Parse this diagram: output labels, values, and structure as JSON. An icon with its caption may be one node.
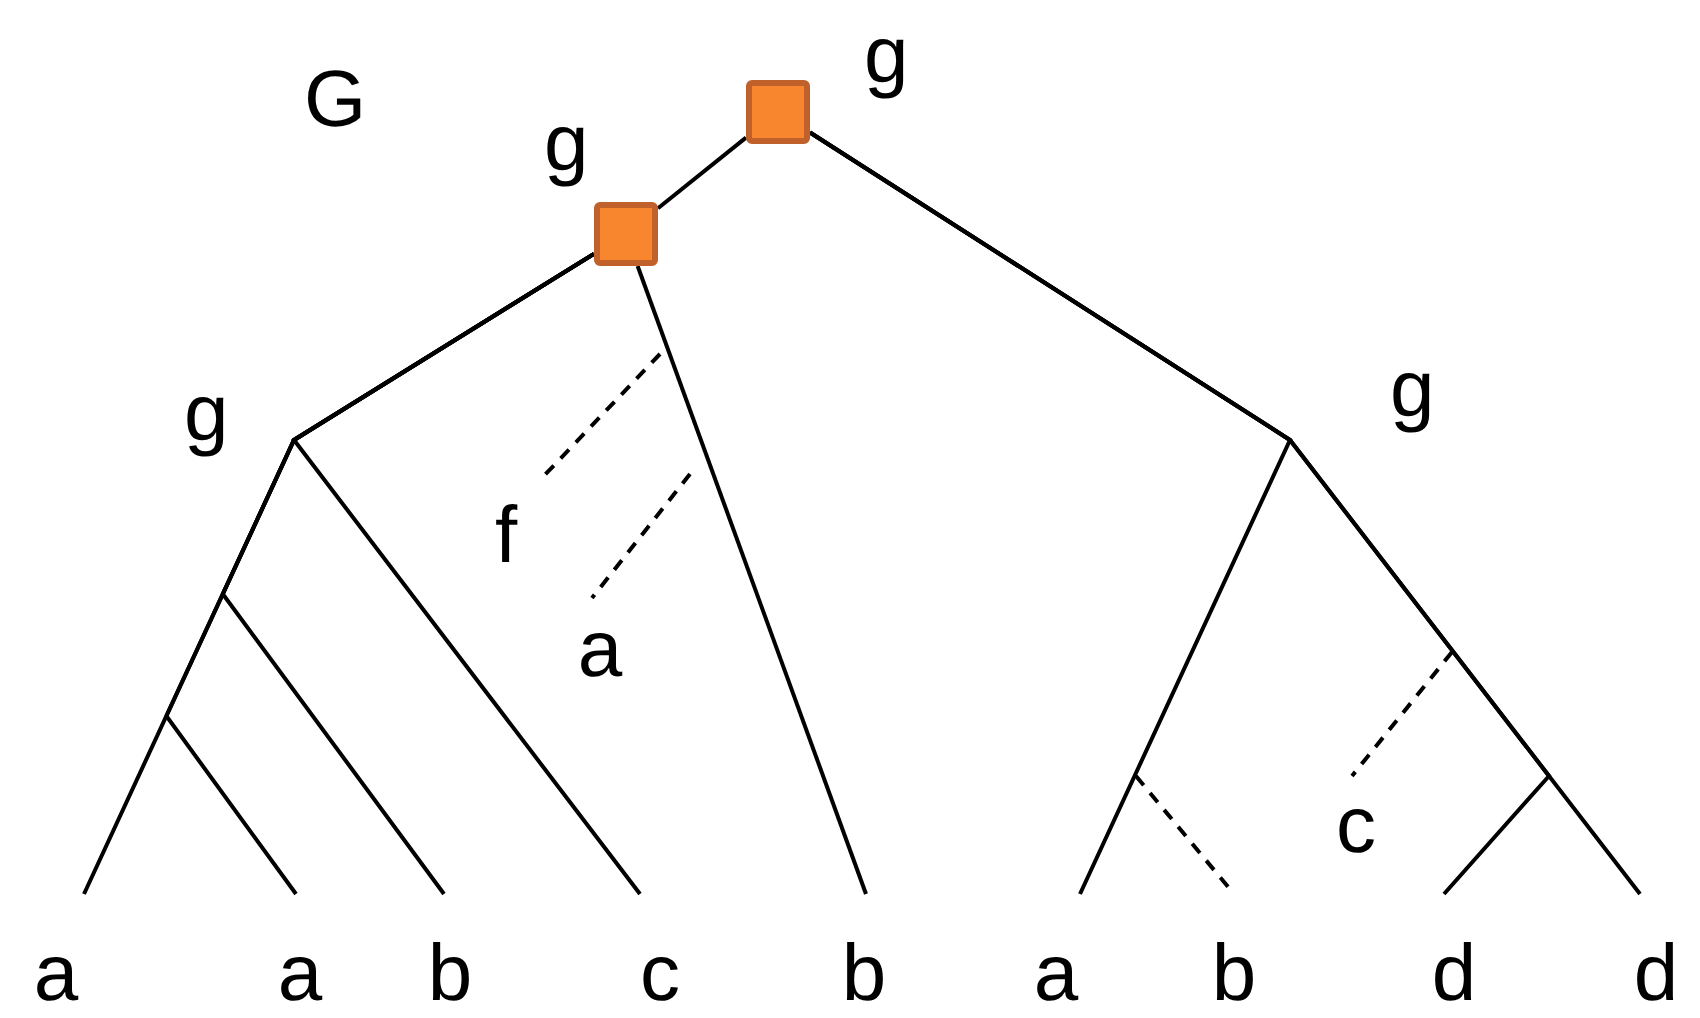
{
  "diagram": {
    "nodes": [
      {
        "text": [],
        "shape": "box",
        "beside": [
          "g"
        ]
      },
      {
        "text": [],
        "shape": "box",
        "beside": [
          "g"
        ]
      },
      {
        "text": [
          "a"
        ]
      },
      {
        "text": [
          "a"
        ]
      },
      {
        "text": [
          "b"
        ]
      },
      {
        "text": [
          "c"
        ]
      },
      {
        "text": [
          "b"
        ]
      },
      {
        "text": [
          "a"
        ]
      },
      {
        "text": [
          "b"
        ]
      },
      {
        "text": [
          "d"
        ]
      },
      {
        "text": [
          "d"
        ]
      },
      {
        "text": [
          "f"
        ]
      },
      {
        "text": [
          "a"
        ]
      },
      {
        "text": [
          "c"
        ]
      }
    ],
    "edges": [
      {
        "from": 0,
        "to": 1,
        "arrow": "none"
      },
      {
        "from": 1,
        "to": 2,
        "arrow": "none"
      },
      {
        "from": 1,
        "to": 3,
        "arrow": "none"
      },
      {
        "from": 1,
        "to": 4,
        "arrow": "none"
      },
      {
        "from": 1,
        "to": 5,
        "arrow": "none"
      },
      {
        "from": 1,
        "to": 6,
        "arrow": "none"
      },
      {
        "from": 0,
        "to": 7,
        "arrow": "none"
      },
      {
        "from": 0,
        "to": 9,
        "arrow": "none"
      },
      {
        "from": 0,
        "to": 10,
        "arrow": "none"
      },
      {
        "from": null,
        "to": 8,
        "arrow": "none",
        "style": "dashed"
      },
      {
        "from": null,
        "to": 11,
        "arrow": "none",
        "style": "dashed"
      },
      {
        "from": null,
        "to": 12,
        "arrow": "none",
        "style": "dashed"
      },
      {
        "from": null,
        "to": 13,
        "arrow": "none",
        "style": "dashed"
      }
    ],
    "labels": [
      "G",
      "g",
      "g"
    ]
  }
}
